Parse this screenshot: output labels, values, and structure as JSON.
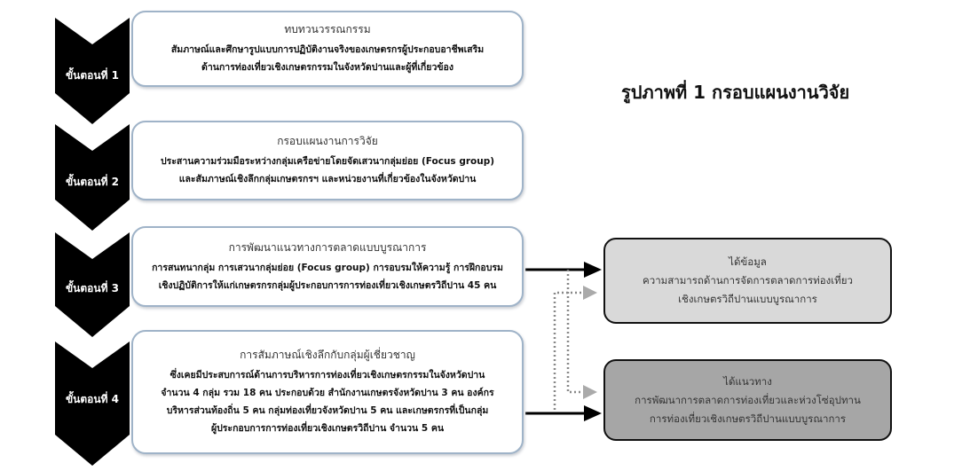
{
  "title": "รูปภาพที่ 1 กรอบแผนงานวิจัย",
  "steps": [
    {
      "label": "ขั้นตอนที่ 1",
      "head": "ทบทวนวรรณกรรม",
      "lines": [
        "สัมภาษณ์และศึกษารูปแบบการปฏิบัติงานจริงของเกษตรกรผู้ประกอบอาชีพเสริม",
        "ด้านการท่องเที่ยวเชิงเกษตรกรรมในจังหวัดปานและผู้ที่เกี่ยวข้อง"
      ]
    },
    {
      "label": "ขั้นตอนที่ 2",
      "head": "กรอบแผนงานการวิจัย",
      "lines": [
        "ประสานความร่วมมือระหว่างกลุ่มเครือข่ายโดยจัดเสวนากลุ่มย่อย (Focus group)",
        "และสัมภาษณ์เชิงลึกกลุ่มเกษตรกรฯ และหน่วยงานที่เกี่ยวข้องในจังหวัดปาน"
      ]
    },
    {
      "label": "ขั้นตอนที่ 3",
      "head": "การพัฒนาแนวทางการตลาดแบบบูรณาการ",
      "lines": [
        "การสนทนากลุ่ม การเสวนากลุ่มย่อย (Focus group) การอบรมให้ความรู้ การฝึกอบรม",
        "เชิงปฏิบัติการให้แก่เกษตรกรกลุ่มผู้ประกอบการการท่องเที่ยวเชิงเกษตรวิถีปาน 45 คน"
      ]
    },
    {
      "label": "ขั้นตอนที่ 4",
      "head": "การสัมภาษณ์เชิงลึกกับกลุ่มผู้เชี่ยวชาญ",
      "lines": [
        "ซึ่งเคยมีประสบการณ์ด้านการบริหารการท่องเที่ยวเชิงเกษตรกรรมในจังหวัดปาน",
        "จำนวน 4 กลุ่ม รวม 18 คน ประกอบด้วย สำนักงานเกษตรจังหวัดปาน 3 คน องค์กร",
        "บริหารส่วนท้องถิ่น 5 คน กลุ่มท่องเที่ยวจังหวัดปาน 5 คน และเกษตรกรที่เป็นกลุ่ม",
        "ผู้ประกอบการการท่องเที่ยวเชิงเกษตรวิถีปาน จำนวน 5 คน"
      ]
    }
  ],
  "outcomes": [
    {
      "head": "ได้ข้อมูล",
      "lines": [
        "ความสามารถด้านการจัดการตลาดการท่องเที่ยว",
        "เชิงเกษตรวิถีปานแบบบูรณาการ"
      ],
      "color": "#d9d9d9"
    },
    {
      "head": "ได้แนวทาง",
      "lines": [
        "การพัฒนาการตลาดการท่องเที่ยวและห่วงโซ่อุปทาน",
        "การท่องเที่ยวเชิงเกษตรวิถีปานแบบบูรณาการ"
      ],
      "color": "#a6a6a6"
    }
  ]
}
